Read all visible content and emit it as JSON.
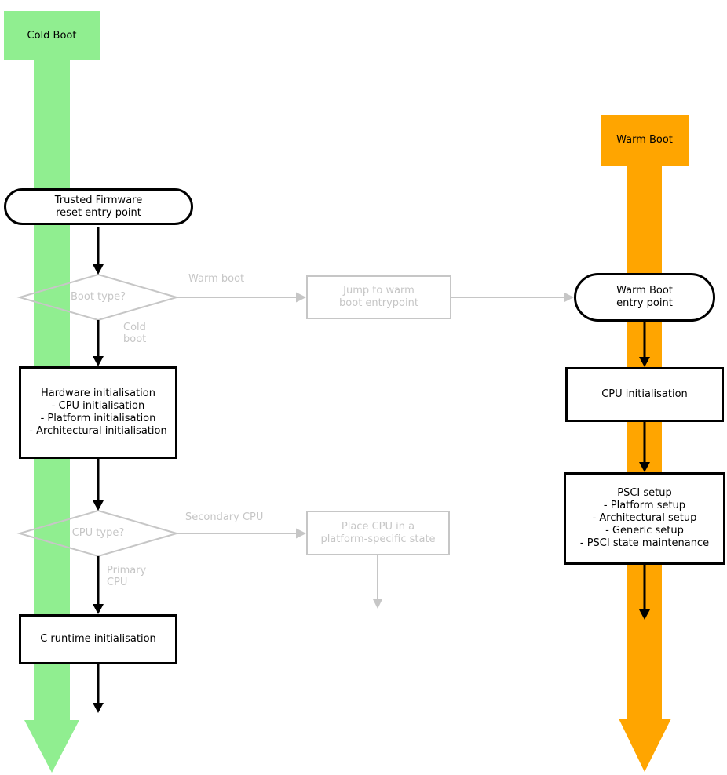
{
  "colors": {
    "cold_boot_green": "#90ee90",
    "warm_boot_orange": "#ffa500",
    "inactive_gray": "#c6c6c6",
    "flow_black": "#000000"
  },
  "headers": {
    "cold_boot": "Cold Boot",
    "warm_boot": "Warm Boot"
  },
  "nodes": {
    "reset_entry": "Trusted Firmware\nreset entry point",
    "boot_type_decision": "Boot type?",
    "jump_warm": "Jump to warm\nboot entrypoint",
    "warm_entry": "Warm Boot\nentry point",
    "hardware_init": "Hardware initialisation\n- CPU initialisation\n- Platform initialisation\n- Architectural initialisation",
    "cpu_type_decision": "CPU type?",
    "place_cpu": "Place CPU in a\nplatform-specific state",
    "c_runtime": "C runtime initialisation",
    "cpu_init": "CPU initialisation",
    "psci_setup": "PSCI setup\n- Platform setup\n- Architectural setup\n- Generic setup\n- PSCI state maintenance"
  },
  "edge_labels": {
    "warm_boot": "Warm boot",
    "cold_boot": "Cold\nboot",
    "secondary_cpu": "Secondary CPU",
    "primary_cpu": "Primary\nCPU"
  }
}
